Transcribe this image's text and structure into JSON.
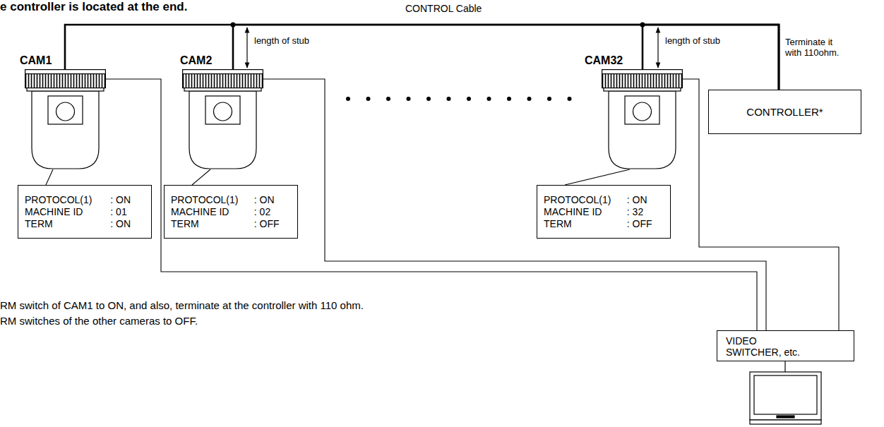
{
  "diagram": {
    "nodes": [
      {
        "text": [
          "CAM1"
        ]
      },
      {
        "text": [
          "CAM2"
        ]
      },
      {
        "text": [
          "CAM32"
        ]
      },
      {
        "text": [
          "CONTROLLER*"
        ]
      },
      {
        "text": [
          "PROTOCOL(1)",
          ": ON",
          "MACHINE ID",
          ": 01",
          "TERM",
          ": ON"
        ]
      },
      {
        "text": [
          "PROTOCOL(1)",
          ": ON",
          "MACHINE ID",
          ": 02",
          "TERM",
          ": OFF"
        ]
      },
      {
        "text": [
          "PROTOCOL(1)",
          ": ON",
          "MACHINE ID",
          ": 32",
          "TERM",
          ": OFF"
        ]
      },
      {
        "text": [
          "VIDEO SWITCHER, etc."
        ]
      }
    ],
    "edges": [
      {
        "from": 0,
        "to": 3,
        "arrow": "none"
      },
      {
        "from": 1,
        "to": 3,
        "arrow": "none"
      },
      {
        "from": 2,
        "to": 3,
        "arrow": "none"
      },
      {
        "from": 4,
        "to": 0,
        "arrow": "none"
      },
      {
        "from": 5,
        "to": 1,
        "arrow": "none"
      },
      {
        "from": 6,
        "to": 2,
        "arrow": "none"
      },
      {
        "from": 0,
        "to": 7,
        "arrow": "none"
      },
      {
        "from": 1,
        "to": 7,
        "arrow": "none"
      },
      {
        "from": 2,
        "to": 7,
        "arrow": "none"
      }
    ],
    "labels": [
      "e controller is located at the end.",
      "CONTROL Cable",
      "length of stub",
      "length of stub",
      "Terminate it with 110ohm.",
      "RM switch of CAM1 to ON, and also, terminate at the controller with 110 ohm.",
      "RM switches of the other cameras to OFF."
    ]
  }
}
